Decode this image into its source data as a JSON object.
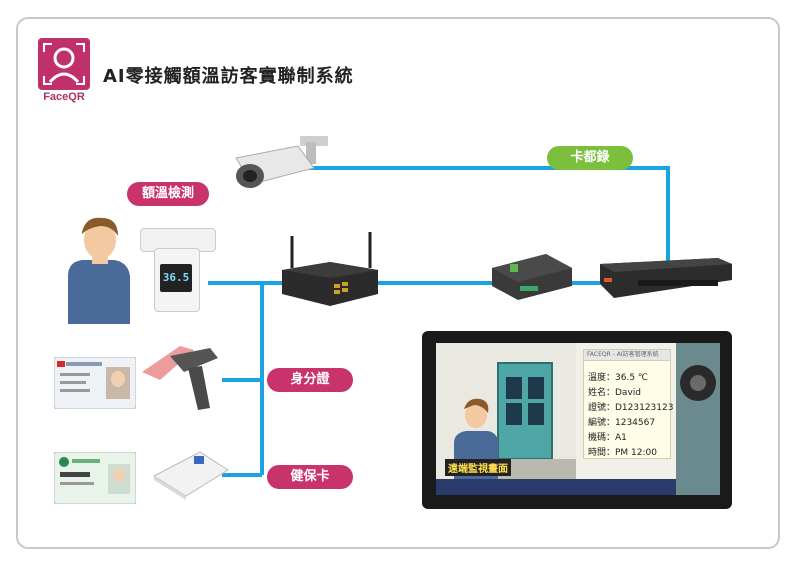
{
  "header": {
    "logo_text": "FaceQR",
    "title": "AI零接觸額溫訪客實聯制系統"
  },
  "labels": {
    "temp_check": "額溫檢測",
    "access_record": "卡都錄",
    "id_card": "身分證",
    "health_card": "健保卡"
  },
  "thermometer": {
    "reading": "36.5"
  },
  "screen": {
    "caption": "遠端監視畫面",
    "window_title": "FACEQR - AI訪客管理系統",
    "info": {
      "temperature": "溫度：36.5 ℃",
      "name": "姓名：David",
      "id": "證號：D123123123",
      "number": "編號：1234567",
      "machine": "機碼：A1",
      "time": "時間：PM 12:00"
    }
  },
  "colors": {
    "line": "#1aa3e0",
    "pink": "#c8336b",
    "green": "#7cbf3c"
  }
}
